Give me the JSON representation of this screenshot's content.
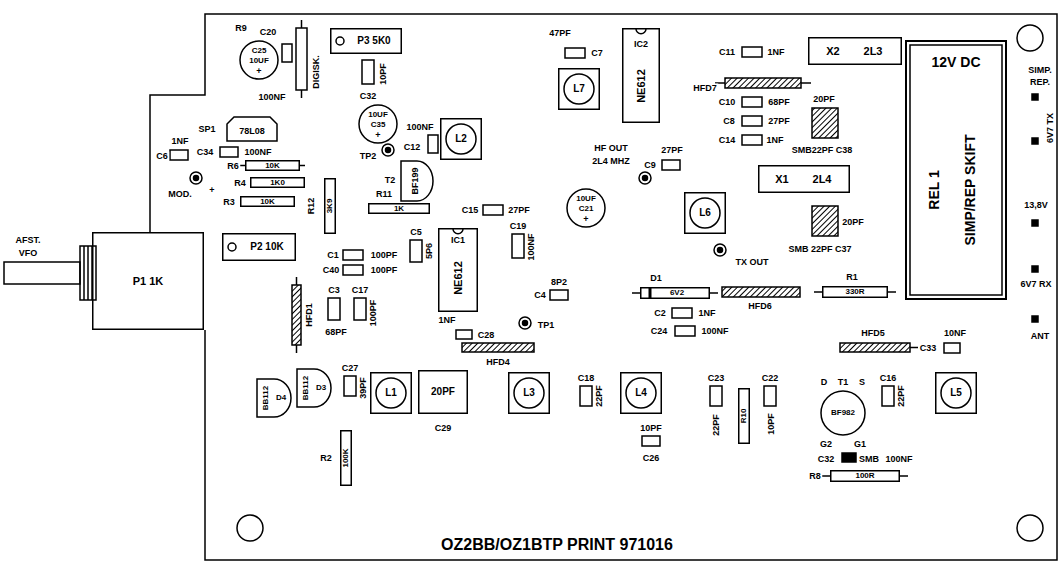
{
  "diagram": {
    "nodes": [
      {
        "text": [
          "C25",
          "10UF",
          "+"
        ]
      },
      {
        "text": [
          "P3 5K0"
        ]
      },
      {
        "text": [
          "IC2",
          "NE612"
        ]
      },
      {
        "text": [
          "X2",
          "2L3"
        ]
      },
      {
        "text": [
          "78L08"
        ]
      },
      {
        "text": [
          "10UF",
          "C35",
          "+"
        ]
      },
      {
        "text": [
          "BF199"
        ]
      },
      {
        "text": [
          "L2"
        ]
      },
      {
        "text": [
          "L7"
        ]
      },
      {
        "text": [
          "12V DC",
          "REL 1",
          "SIMP/REP SKIFT"
        ]
      },
      {
        "text": [
          "10K"
        ]
      },
      {
        "text": [
          "1K0"
        ]
      },
      {
        "text": [
          "10K"
        ]
      },
      {
        "text": [
          "3K9"
        ]
      },
      {
        "text": [
          "1K"
        ]
      },
      {
        "text": [
          "10UF",
          "C21",
          "+"
        ]
      },
      {
        "text": [
          "L6"
        ]
      },
      {
        "text": [
          "X1",
          "2L4"
        ]
      },
      {
        "text": [
          "P2 10K"
        ]
      },
      {
        "text": [
          "P1 1K"
        ]
      },
      {
        "text": [
          "IC1",
          "NE612"
        ]
      },
      {
        "text": [
          "6V2"
        ]
      },
      {
        "text": [
          "330R"
        ]
      },
      {
        "text": [
          "BB112",
          "D4"
        ]
      },
      {
        "text": [
          "BB112",
          "D3"
        ]
      },
      {
        "text": [
          "L1"
        ]
      },
      {
        "text": [
          "20PF"
        ]
      },
      {
        "text": [
          "L3"
        ]
      },
      {
        "text": [
          "L4"
        ]
      },
      {
        "text": [
          "BF982"
        ]
      },
      {
        "text": [
          "L5"
        ]
      },
      {
        "text": [
          "100K"
        ]
      },
      {
        "text": [
          "100R"
        ]
      },
      {
        "text": [
          "R10"
        ]
      }
    ],
    "labels": [
      "R9",
      "C20",
      "100NF",
      "DIGISK.",
      "10PF",
      "C32",
      "47PF",
      "C7",
      "SP1",
      "1NF",
      "C6",
      "C34",
      "100NF",
      "TP2",
      "100NF",
      "C12",
      "T2",
      "MOD.",
      "+",
      "R6",
      "R4",
      "R3",
      "R12",
      "R11",
      "C15",
      "27PF",
      "HF OUT",
      "2L4 MHZ",
      "27PF",
      "C9",
      "C11",
      "1NF",
      "HFD7",
      "C10",
      "68PF",
      "C8",
      "27PF",
      "C14",
      "1NF",
      "20PF",
      "SMB22PF C38",
      "SIMP.",
      "REP.",
      "6V7 TX",
      "13,8V",
      "6V7 RX",
      "ANT",
      "C19",
      "100NF",
      "C5",
      "5P6",
      "AFST.",
      "VFO",
      "C1",
      "100PF",
      "C40",
      "100PF",
      "20PF",
      "SMB 22PF C37",
      "TX OUT",
      "HFD1",
      "C3",
      "68PF",
      "C17",
      "100PF",
      "8P2",
      "C4",
      "D1",
      "R1",
      "1NF",
      "C28",
      "TP1",
      "C2",
      "1NF",
      "C24",
      "100NF",
      "HFD6",
      "HFD5",
      "C33",
      "10NF",
      "HFD4",
      "C27",
      "39PF",
      "R2",
      "C29",
      "C18",
      "22PF",
      "10PF",
      "C26",
      "C23",
      "22PF",
      "C22",
      "10PF",
      "D",
      "T1",
      "S",
      "G2",
      "G1",
      "C16",
      "22PF",
      "C32",
      "SMB",
      "100NF",
      "R8",
      "OZ2BB/OZ1BTP PRINT 971016"
    ]
  }
}
